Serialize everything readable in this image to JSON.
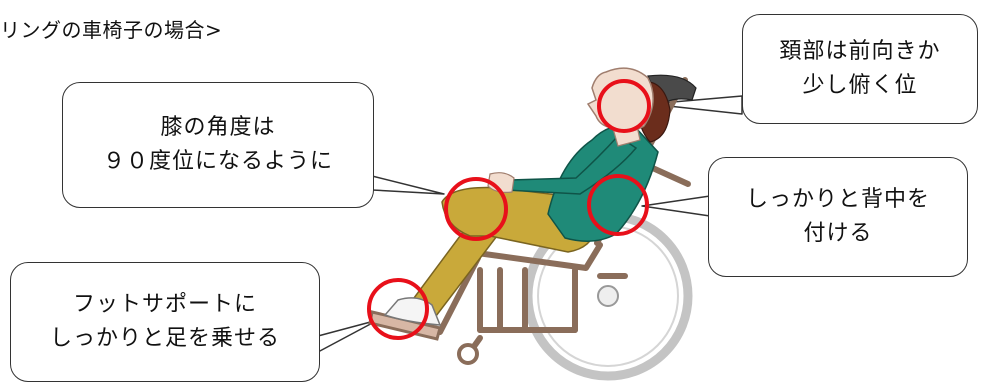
{
  "title": "リングの車椅子の場合>",
  "callouts": {
    "neck": {
      "line1": "頚部は前向きか",
      "line2": "少し俯く位"
    },
    "knee": {
      "line1": "膝の角度は",
      "line2": "９０度位になるように"
    },
    "back": {
      "line1": "しっかりと背中を",
      "line2": "付ける"
    },
    "foot": {
      "line1": "フットサポートに",
      "line2": "しっかりと足を乗せる"
    }
  },
  "colors": {
    "highlight_circle": "#e8101a",
    "frame": "#8a6d5a",
    "shirt": "#1f8a78",
    "pants": "#c9a93a",
    "hair": "#6b2d1c",
    "skin": "#f2ddcf",
    "wheel": "#b8b8b8"
  }
}
